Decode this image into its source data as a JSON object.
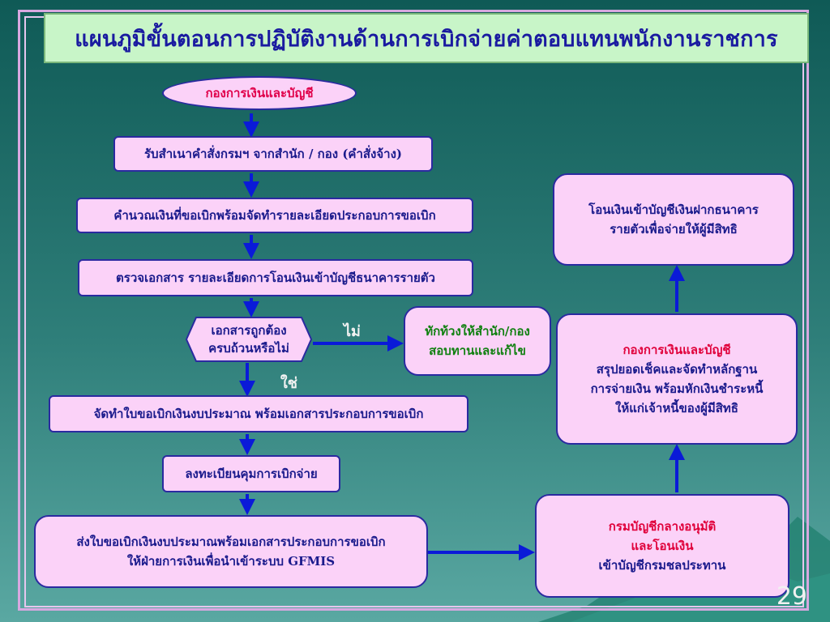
{
  "title": "แผนภูมิขั้นตอนการปฏิบัติงานด้านการเบิกจ่ายค่าตอบแทนพนักงานราชการ",
  "start": "กองการเงินและบัญชี",
  "steps": {
    "s1": "รับสำเนาคำสั่งกรมฯ จากสำนัก / กอง (คำสั่งจ้าง)",
    "s2": "คำนวณเงินที่ขอเบิกพร้อมจัดทำรายละเอียดประกอบการขอเบิก",
    "s3": "ตรวจเอกสาร รายละเอียดการโอนเงินเข้าบัญชีธนาคารรายตัว",
    "decision_l1": "เอกสารถูกต้อง",
    "decision_l2": "ครบถ้วนหรือไม่",
    "no_label": "ไม่",
    "yes_label": "ใช่",
    "no_box_l1": "ทักท้วงให้สำนัก/กอง",
    "no_box_l2": "สอบทานและแก้ไข",
    "s4": "จัดทำใบขอเบิกเงินงบประมาณ พร้อมเอกสารประกอบการขอเบิก",
    "s5": "ลงทะเบียนคุมการเบิกจ่าย",
    "s6_l1": "ส่งใบขอเบิกเงินงบประมาณพร้อมเอกสารประกอบการขอเบิก",
    "s6_l2": "ให้ฝ่ายการเงินเพื่อนำเข้าระบบ GFMIS",
    "r1_l1": "กรมบัญชีกลางอนุมัติ",
    "r1_l2": "และโอนเงิน",
    "r1_l3": "เข้าบัญชีกรมชลประทาน",
    "r2_l1": "กองการเงินและบัญชี",
    "r2_l2": "สรุปยอดเช็คและจัดทำหลักฐาน",
    "r2_l3": "การจ่ายเงิน พร้อมหักเงินชำระหนี้",
    "r2_l4": "ให้แก่เจ้าหนี้ของผู้มีสิทธิ",
    "r3_l1": "โอนเงินเข้าบัญชีเงินฝากธนาคาร",
    "r3_l2": "รายตัวเพื่อจ่ายให้ผู้มีสิทธิ"
  },
  "page_number": "29",
  "colors": {
    "arrow": "#0a1ad8",
    "box_fill": "#fbd2f8",
    "title_fill": "#c8f5c8"
  }
}
